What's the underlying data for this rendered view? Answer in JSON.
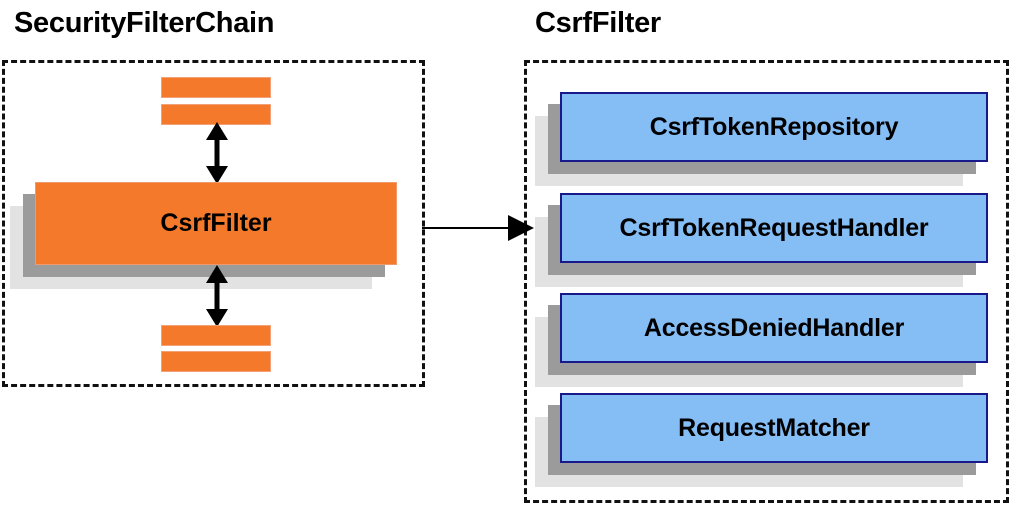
{
  "diagram": {
    "type": "component-collaboration-diagram",
    "background_color": "#ffffff",
    "palette": {
      "orange_fill": "#f4792b",
      "orange_border": "#f2a077",
      "blue_fill": "#85bdf5",
      "blue_border": "#19198c",
      "shadow_dark": "#9b9b9b",
      "shadow_light": "#e2e2e2",
      "outline": "#111111",
      "text": "#000000"
    }
  },
  "left_panel": {
    "title": "SecurityFilterChain",
    "border_style": "dashed",
    "filter_stubs_top": [
      {
        "label": ""
      },
      {
        "label": ""
      }
    ],
    "highlighted_filter": {
      "label": "CsrfFilter",
      "fill": "#f4792b"
    },
    "filter_stubs_bottom": [
      {
        "label": ""
      },
      {
        "label": ""
      }
    ],
    "connectors": [
      {
        "name": "top-bidirectional-arrow",
        "direction": "bidirectional"
      },
      {
        "name": "bottom-bidirectional-arrow",
        "direction": "bidirectional"
      }
    ]
  },
  "right_panel": {
    "title": "CsrfFilter",
    "border_style": "dashed",
    "collaborators": [
      {
        "label": "CsrfTokenRepository"
      },
      {
        "label": "CsrfTokenRequestHandler"
      },
      {
        "label": "AccessDeniedHandler"
      },
      {
        "label": "RequestMatcher"
      }
    ]
  },
  "cross_panel_connector": {
    "name": "zoom-in-arrow",
    "direction": "left-to-right",
    "from": "CsrfFilter",
    "to": "CsrfFilter detail panel"
  }
}
